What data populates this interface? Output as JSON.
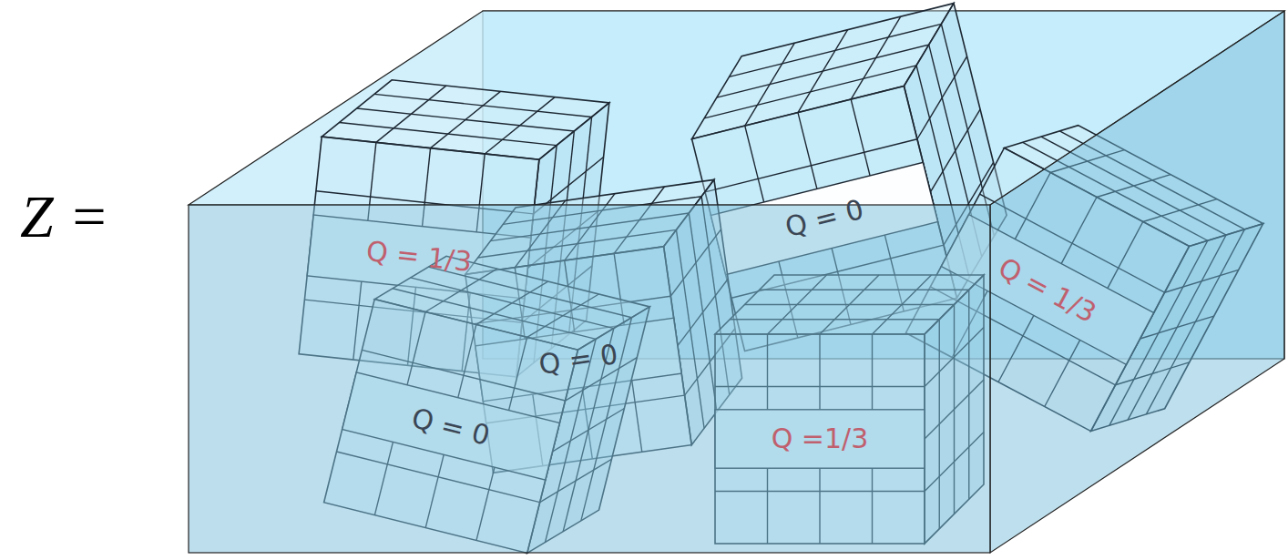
{
  "diagram": {
    "nodes": [
      {
        "text": [
          "Q = 0"
        ]
      },
      {
        "text": [
          "Q = 1/3"
        ]
      },
      {
        "text": [
          "Q = 1/3"
        ]
      },
      {
        "text": [
          "Q = 0"
        ]
      },
      {
        "text": [
          "Q = 0"
        ]
      },
      {
        "text": [
          "Q =1/3"
        ]
      }
    ],
    "labels": [
      "Z ="
    ]
  }
}
